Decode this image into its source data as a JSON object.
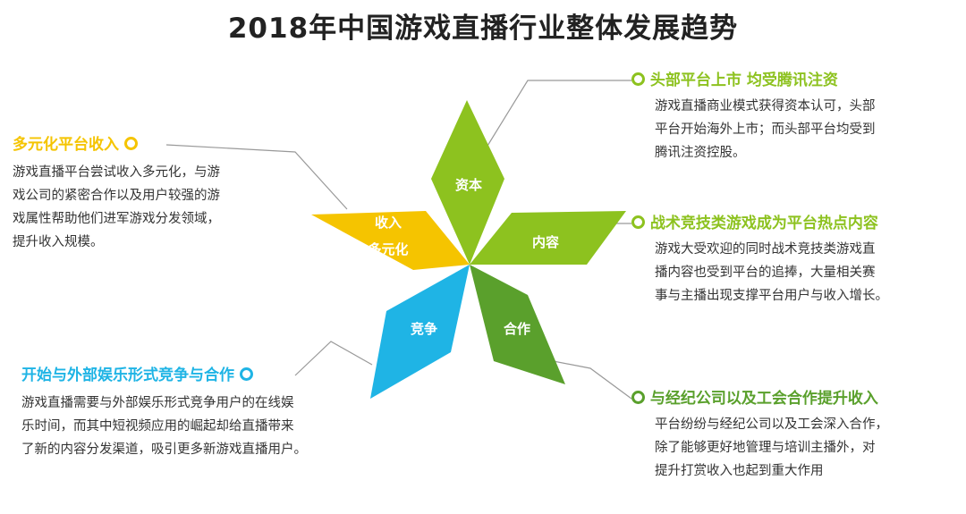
{
  "title": "2018年中国游戏直播行业整体发展趋势",
  "colors": {
    "green": "#8DC21F",
    "dark_green": "#5AA02C",
    "yellow": "#F5C400",
    "blue": "#1FB4E5",
    "connector": "#999999"
  },
  "petals": {
    "capital": "资本",
    "content": "内容",
    "cooperation": "合作",
    "competition": "竞争",
    "income_line1": "收入",
    "income_line2": "多元化"
  },
  "blocks": {
    "listing": {
      "heading": "头部平台上市 均受腾讯注资",
      "lines": [
        "游戏直播商业模式获得资本认可，头部",
        "平台开始海外上市；而头部平台均受到",
        "腾讯注资控股。"
      ]
    },
    "tactics": {
      "heading": "战术竞技类游戏成为平台热点内容",
      "lines": [
        "游戏大受欢迎的同时战术竞技类游戏直",
        "播内容也受到平台的追捧，大量相关赛",
        "事与主播出现支撑平台用户与收入增长。"
      ]
    },
    "agency": {
      "heading": "与经纪公司以及工会合作提升收入",
      "lines": [
        "平台纷纷与经纪公司以及工会深入合作，",
        "除了能够更好地管理与培训主播外，对",
        "提升打赏收入也起到重大作用"
      ]
    },
    "income": {
      "heading": "多元化平台收入",
      "lines": [
        "游戏直播平台尝试收入多元化，与游",
        "戏公司的紧密合作以及用户较强的游",
        "戏属性帮助他们进军游戏分发领域，",
        "提升收入规模。"
      ]
    },
    "competition": {
      "heading": "开始与外部娱乐形式竞争与合作",
      "lines": [
        "游戏直播需要与外部娱乐形式竞争用户的在线娱",
        "乐时间，而其中短视频应用的崛起却给直播带来",
        "了新的内容分发渠道，吸引更多新游戏直播用户。"
      ]
    }
  }
}
